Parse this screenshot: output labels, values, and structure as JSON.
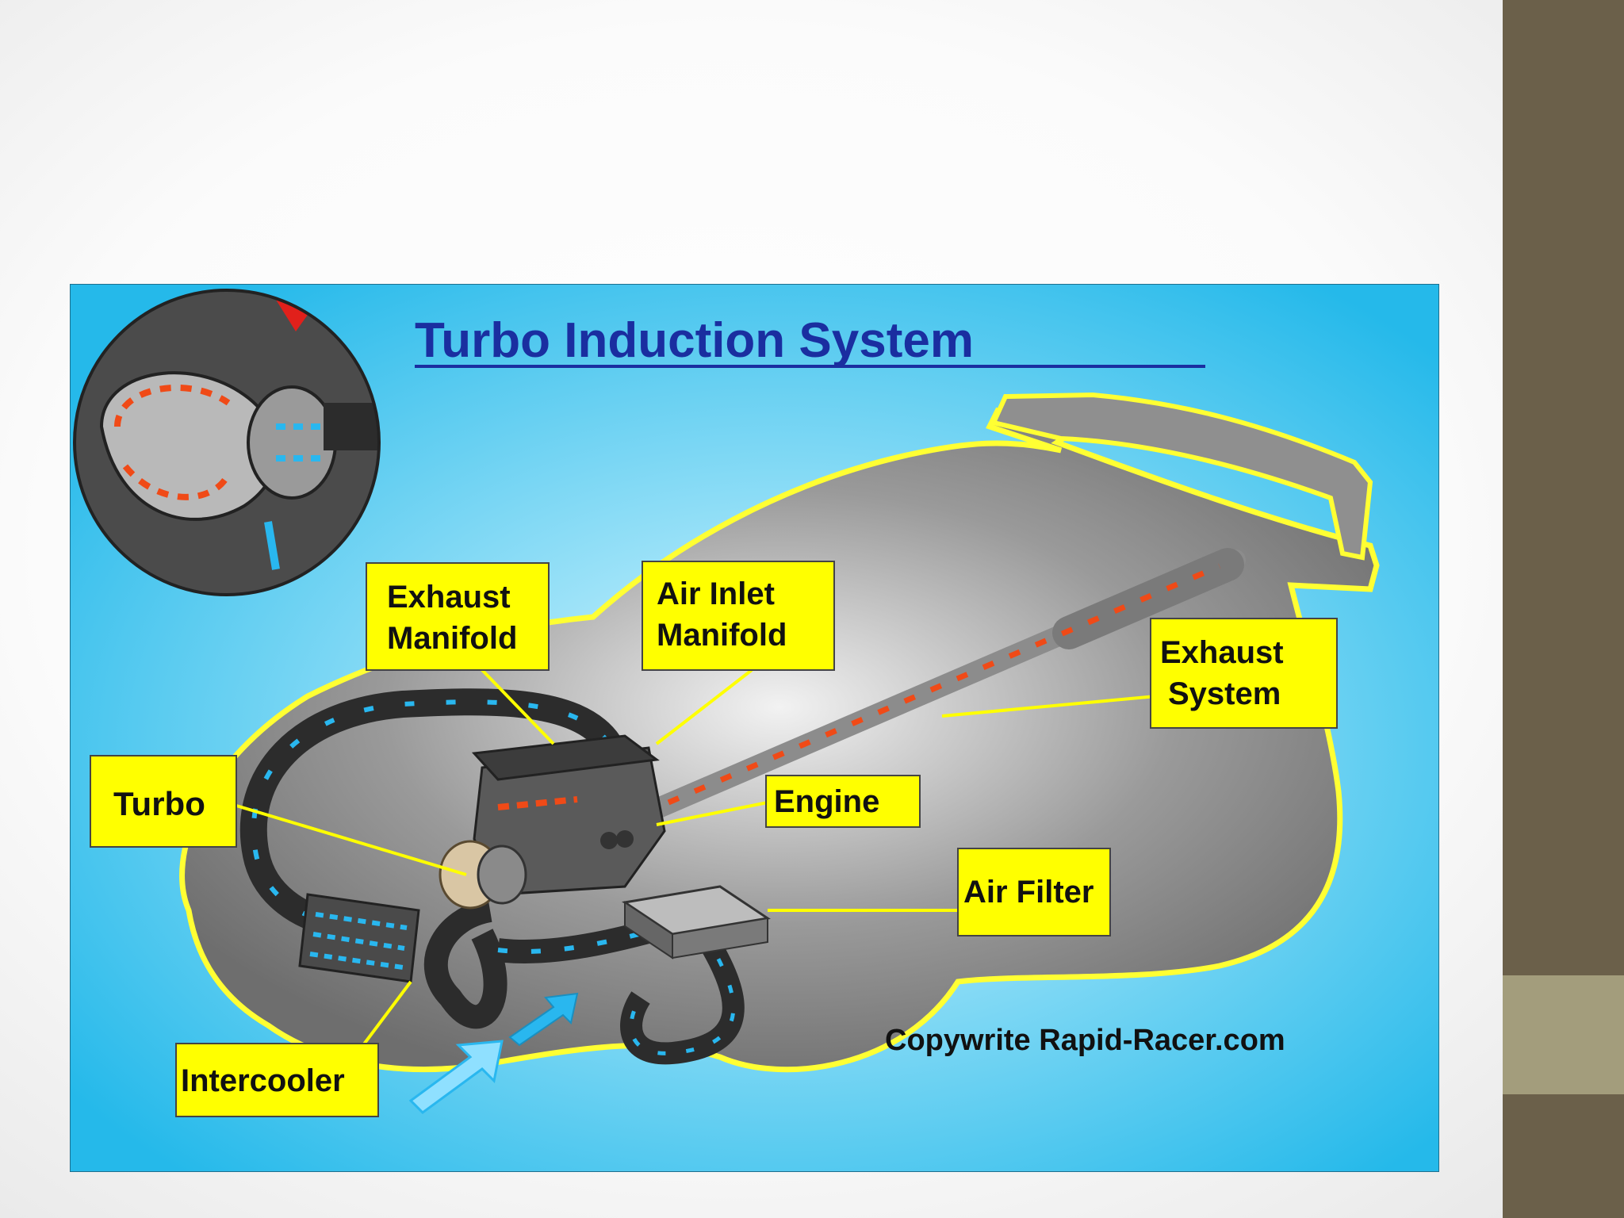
{
  "colors": {
    "sidebar_dark": "#6b604a",
    "sidebar_light": "#a39d7c",
    "sky_light": "#d9f7ff",
    "sky_dark": "#25b9ea",
    "title_blue": "#1a2ea0",
    "label_yellow": "#ffff00",
    "car_outline_yellow": "#ffff33",
    "exhaust_arrow_red": "#f04a17",
    "intake_arrow_blue": "#29b7ef"
  },
  "diagram": {
    "title": "Turbo Induction System",
    "copyright": "Copywrite Rapid-Racer.com",
    "labels": {
      "exhaust_manifold": [
        "Exhaust",
        "Manifold"
      ],
      "air_inlet_manifold": [
        "Air Inlet",
        "Manifold"
      ],
      "exhaust_system": [
        "Exhaust",
        "System"
      ],
      "turbo": "Turbo",
      "engine": "Engine",
      "air_filter": "Air Filter",
      "intercooler": "Intercooler"
    }
  }
}
